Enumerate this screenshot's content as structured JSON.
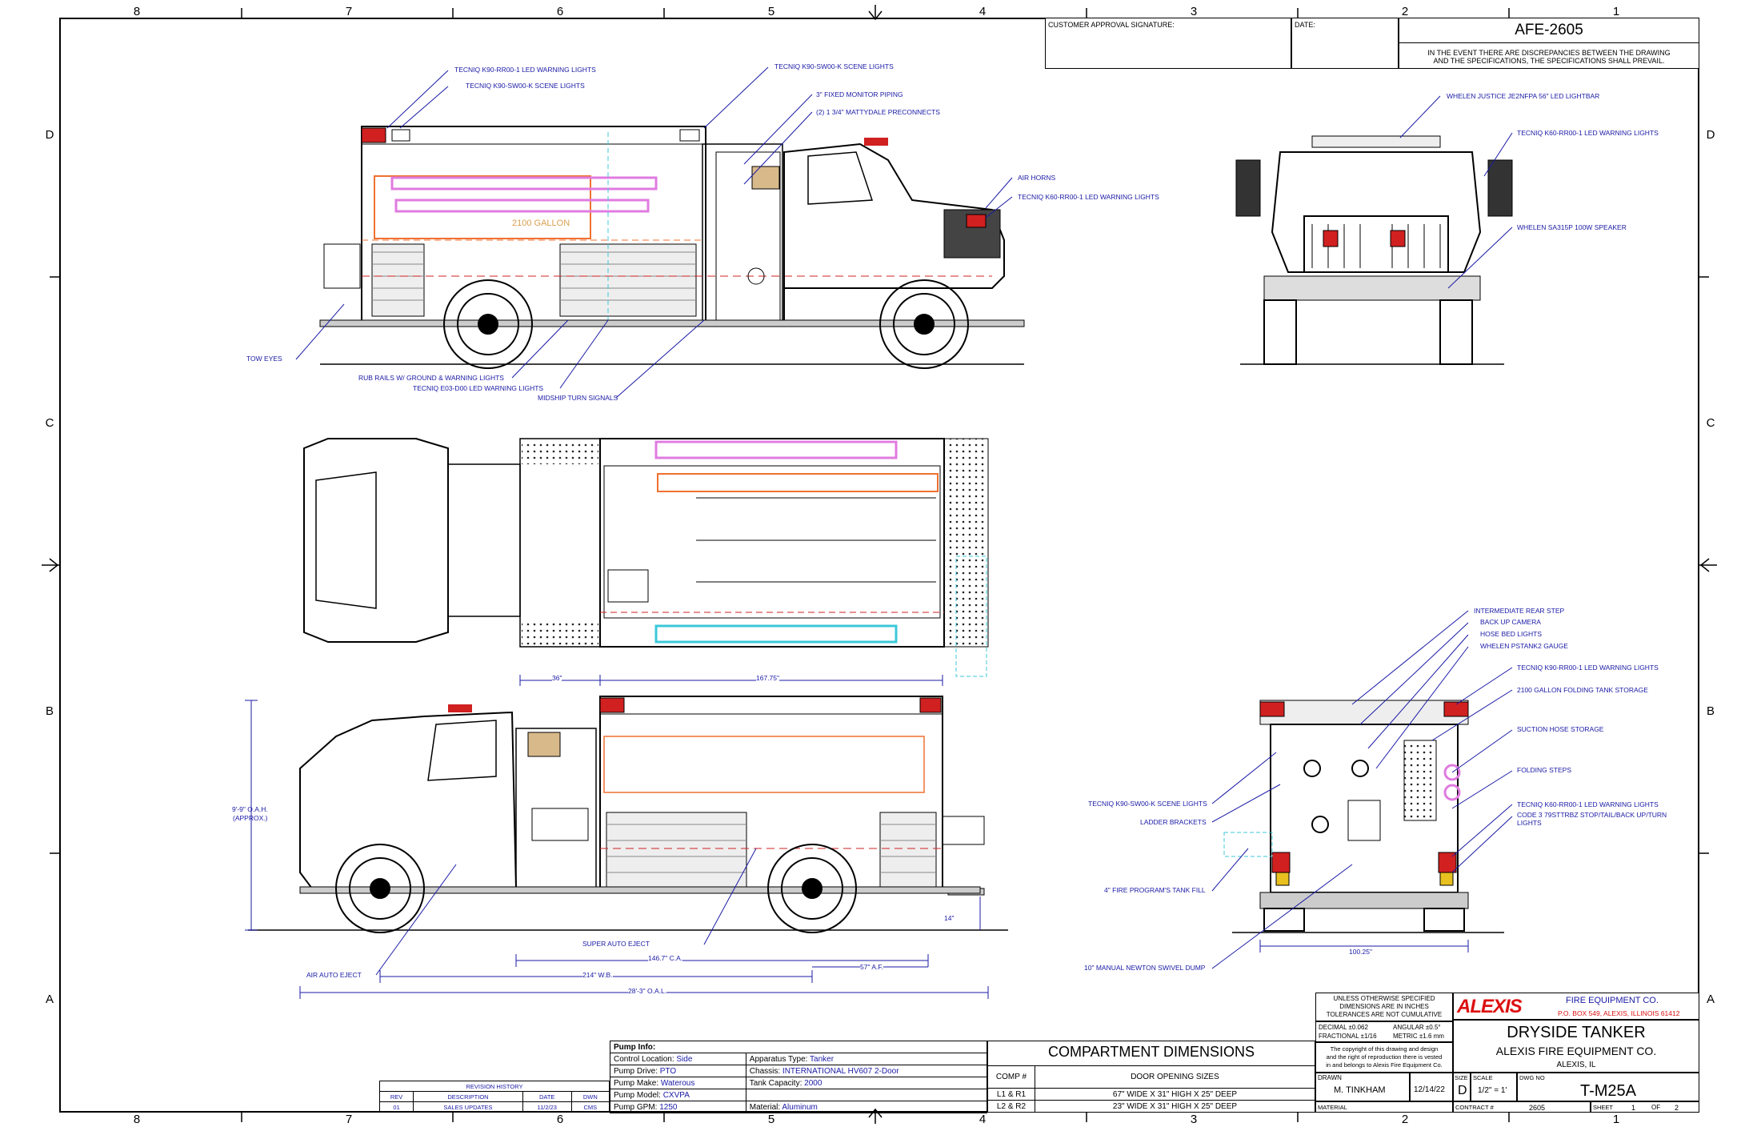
{
  "zone_columns": [
    "8",
    "7",
    "6",
    "5",
    "4",
    "3",
    "2",
    "1"
  ],
  "zone_rows": [
    "D",
    "C",
    "B",
    "A"
  ],
  "title_block": {
    "customer_signature_label": "CUSTOMER APPROVAL SIGNATURE:",
    "date_label": "DATE:",
    "afe_number": "AFE-2605",
    "discrepancy_note_1": "IN THE EVENT THERE ARE DISCREPANCIES BETWEEN THE DRAWING",
    "discrepancy_note_2": "AND THE SPECIFICATIONS, THE SPECIFICATIONS SHALL PREVAIL.",
    "tolerance_note_1": "UNLESS OTHERWISE SPECIFIED",
    "tolerance_note_2": "DIMENSIONS ARE IN INCHES",
    "tolerance_note_3": "TOLERANCES ARE NOT CUMULATIVE",
    "decimal_tol": "DECIMAL ±0.062",
    "angular_tol": "ANGULAR ±0.5°",
    "fractional_tol": "FRACTIONAL ±1/16",
    "metric_tol": "METRIC ±1.6 mm",
    "copyright_1": "The copyright of this drawing and design",
    "copyright_2": "and the right of reproduction there is vested",
    "copyright_3": "in and belongs to Alexis Fire Equipment Co.",
    "logo_text": "ALEXIS",
    "company_line": "FIRE EQUIPMENT CO.",
    "address_line": "P.O. BOX 549, ALEXIS, ILLINOIS 61412",
    "drawing_title": "DRYSIDE TANKER",
    "company_name": "ALEXIS FIRE EQUIPMENT CO.",
    "company_city": "ALEXIS, IL",
    "drawn_label": "DRAWN",
    "drawn_by": "M. TINKHAM",
    "drawn_date": "12/14/22",
    "size_label": "SIZE",
    "size_value": "D",
    "scale_label": "SCALE",
    "scale_value": "1/2\" = 1'",
    "dwg_no_label": "DWG NO",
    "dwg_no": "T-M25A",
    "material_label": "MATERIAL",
    "contract_label": "CONTRACT #",
    "contract_no": "2605",
    "sheet_label": "SHEET",
    "sheet_no": "1",
    "sheet_of": "OF",
    "sheet_total": "2"
  },
  "revision_history": {
    "title": "REVISION HISTORY",
    "headers": [
      "REV",
      "DESCRIPTION",
      "DATE",
      "DWN"
    ],
    "rows": [
      [
        "01",
        "SALES UPDATES",
        "11/2/23",
        "CMS"
      ]
    ]
  },
  "pump_info": {
    "title": "Pump Info:",
    "control_location_label": "Control Location:",
    "control_location": "Side",
    "pump_drive_label": "Pump Drive:",
    "pump_drive": "PTO",
    "pump_make_label": "Pump Make:",
    "pump_make": "Waterous",
    "pump_model_label": "Pump Model:",
    "pump_model": "CXVPA",
    "pump_gpm_label": "Pump GPM:",
    "pump_gpm": "1250",
    "apparatus_type_label": "Apparatus Type:",
    "apparatus_type": "Tanker",
    "chassis_label": "Chassis:",
    "chassis": "INTERNATIONAL HV607 2-Door",
    "tank_capacity_label": "Tank Capacity:",
    "tank_capacity": "2000",
    "material_label": "Material:",
    "material": "Aluminum"
  },
  "compartments": {
    "title": "COMPARTMENT DIMENSIONS",
    "col_comp": "COMP #",
    "col_sizes": "DOOR OPENING SIZES",
    "rows": [
      {
        "comp": "L1 & R1",
        "size": "67\" WIDE X 31\" HIGH X 25\" DEEP"
      },
      {
        "comp": "L2 & R2",
        "size": "23\" WIDE X 31\" HIGH X 25\" DEEP"
      }
    ]
  },
  "callouts_side": {
    "led_rr00": "TECNIQ K90-RR00-1 LED WARNING LIGHTS",
    "scene_sw00_left": "TECNIQ K90-SW00-K SCENE LIGHTS",
    "scene_sw00_top": "TECNIQ K90-SW00-K SCENE LIGHTS",
    "monitor_piping": "3\" FIXED MONITOR PIPING",
    "preconnects": "(2) 1 3/4\" MATTYDALE PRECONNECTS",
    "air_horns": "AIR HORNS",
    "k60_led": "TECNIQ K60-RR00-1 LED WARNING LIGHTS",
    "tow_eyes": "TOW EYES",
    "rub_rails": "RUB RAILS W/ GROUND & WARNING LIGHTS",
    "e03_led": "TECNIQ E03-D00 LED WARNING LIGHTS",
    "midship": "MIDSHIP TURN SIGNALS",
    "tank_label": "2100 GALLON"
  },
  "callouts_front": {
    "lightbar": "WHELEN JUSTICE JE2NFPA 56\" LED LIGHTBAR",
    "k60_led": "TECNIQ K60-RR00-1 LED WARNING LIGHTS",
    "speaker": "WHELEN SA315P 100W SPEAKER"
  },
  "callouts_rear": {
    "rear_step": "INTERMEDIATE REAR STEP",
    "camera": "BACK UP CAMERA",
    "hose_bed": "HOSE BED LIGHTS",
    "gauge": "WHELEN PSTANK2 GAUGE",
    "k90_led": "TECNIQ K90-RR00-1 LED WARNING LIGHTS",
    "folding_tank": "2100 GALLON FOLDING TANK STORAGE",
    "suction": "SUCTION HOSE STORAGE",
    "steps": "FOLDING STEPS",
    "k60_led": "TECNIQ K60-RR00-1 LED WARNING LIGHTS",
    "code3_1": "CODE 3 79STTRBZ STOP/TAIL/BACK UP/TURN",
    "code3_2": "LIGHTS",
    "scene": "TECNIQ K90-SW00-K SCENE LIGHTS",
    "ladder": "LADDER BRACKETS",
    "tank_fill": "4\" FIRE PROGRAM'S TANK FILL",
    "dump": "10\" MANUAL NEWTON SWIVEL DUMP",
    "rear_width": "100.25\""
  },
  "dimensions_side": {
    "oah": "9'-9\" O.A.H.",
    "oah_note": "(APPROX.)",
    "d36": "36\"",
    "d167": "167.75\"",
    "d14": "14\"",
    "super_auto_eject": "SUPER AUTO EJECT",
    "ca": "146.7\" C.A.",
    "af": "57\" A.F.",
    "wb": "214\" W.B.",
    "oal": "28'-3\" O.A.L.",
    "air_auto_eject": "AIR AUTO EJECT"
  },
  "colors": {
    "callout_blue": "#1a1aa6",
    "dim_blue": "#1a1aa6",
    "logo_red": "#d11",
    "pink": "#e07be0",
    "orange": "#f07030",
    "red_dash": "#d02020",
    "cyan": "#3cc8d8",
    "yellow": "#e8c020"
  }
}
